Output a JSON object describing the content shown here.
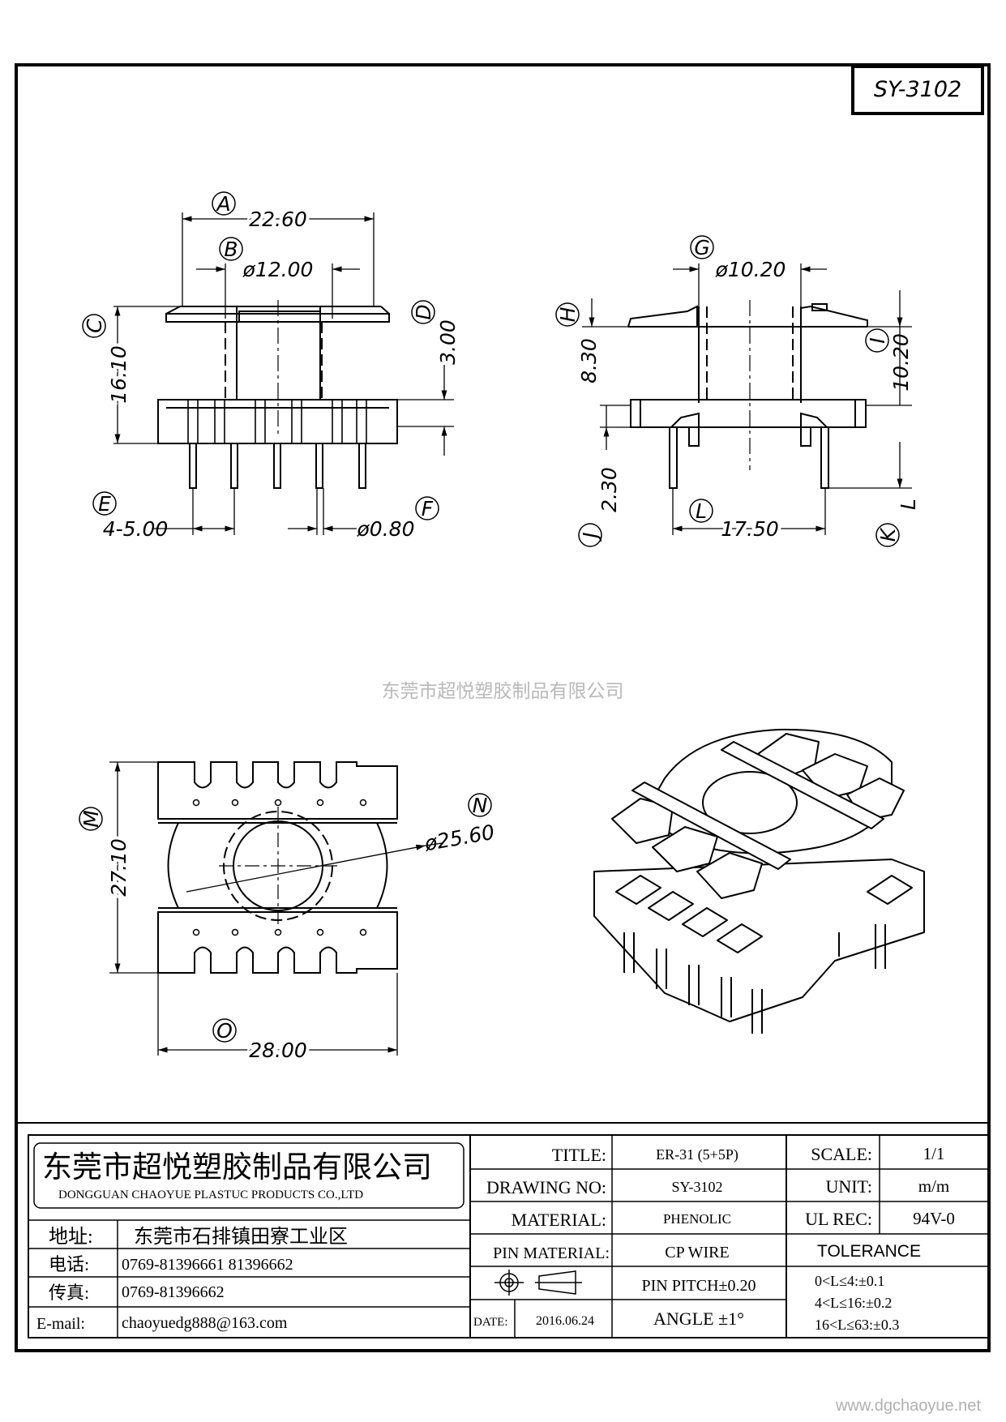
{
  "drawing_id": "SY-3102",
  "watermark": "东莞市超悦塑胶制品有限公司",
  "website": "www.dgchaoyue.net",
  "dims": {
    "A": {
      "letter": "A",
      "value": "22.60"
    },
    "B": {
      "letter": "B",
      "value": "ø12.00"
    },
    "C": {
      "letter": "C",
      "value": "16.10"
    },
    "D": {
      "letter": "D",
      "value": "3.00"
    },
    "E": {
      "letter": "E",
      "value": "4-5.00"
    },
    "F": {
      "letter": "F",
      "value": "ø0.80"
    },
    "G": {
      "letter": "G",
      "value": "ø10.20"
    },
    "H": {
      "letter": "H",
      "value": "8.30"
    },
    "I": {
      "letter": "I",
      "value": "10.20"
    },
    "J": {
      "letter": "J",
      "value": "2.30"
    },
    "K": {
      "letter": "K",
      "value": "L"
    },
    "L": {
      "letter": "L",
      "value": "17.50"
    },
    "M": {
      "letter": "M",
      "value": "27.10"
    },
    "N": {
      "letter": "N",
      "value": "ø25.60"
    },
    "O": {
      "letter": "O",
      "value": "28.00"
    }
  },
  "titleblock": {
    "company_cn": "东莞市超悦塑胶制品有限公司",
    "company_en": "DONGGUAN CHAOYUE PLASTUC PRODUCTS CO.,LTD",
    "address_label": "地址:",
    "address": "东莞市石排镇田寮工业区",
    "phone_label": "电话:",
    "phone": "0769-81396661   81396662",
    "fax_label": "传真:",
    "fax": "0769-81396662",
    "email_label": "E-mail:",
    "email": "chaoyuedg888@163.com",
    "title_label": "TITLE:",
    "title": "ER-31 (5+5P)",
    "drawing_no_label": "DRAWING NO:",
    "drawing_no": "SY-3102",
    "material_label": "MATERIAL:",
    "material": "PHENOLIC",
    "pin_material_label": "PIN MATERIAL:",
    "pin_material": "CP WIRE",
    "pin_pitch": "PIN PITCH±0.20",
    "date_label": "DATE:",
    "date": "2016.06.24",
    "angle": "ANGLE  ±1°",
    "scale_label": "SCALE:",
    "scale": "1/1",
    "unit_label": "UNIT:",
    "unit": "m/m",
    "ul_label": "UL REC:",
    "ul": "94V-0",
    "tolerance_label": "TOLERANCE",
    "tol1": "0<L≤4:±0.1",
    "tol2": "4<L≤16:±0.2",
    "tol3": "16<L≤63:±0.3"
  }
}
